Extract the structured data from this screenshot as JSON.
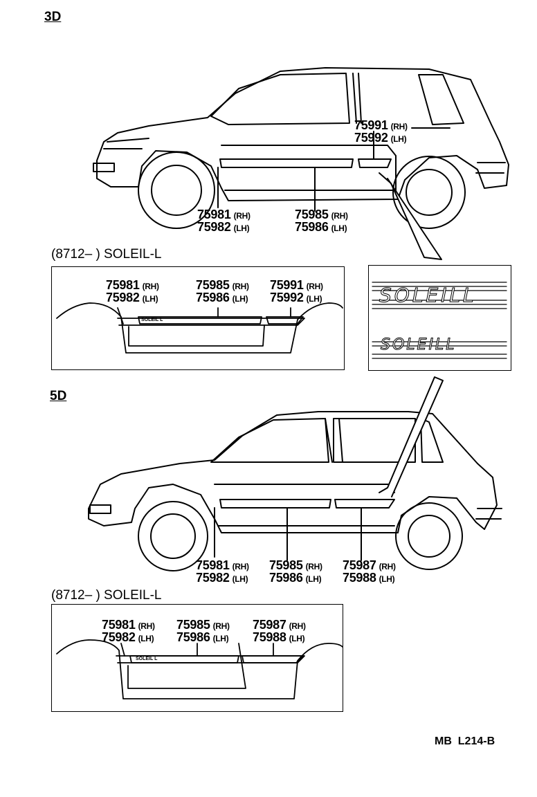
{
  "sections": {
    "three_door": "3D",
    "five_door": "5D"
  },
  "serial_label": "(8712–      ) SOLEIL-L",
  "badge_text": "SOLEIL",
  "badge_suffix": "L",
  "drawing_code": "MB  L214-B",
  "side_rh": "(RH)",
  "side_lh": "(LH)",
  "parts": {
    "p75981": "75981",
    "p75982": "75982",
    "p75985": "75985",
    "p75986": "75986",
    "p75987": "75987",
    "p75988": "75988",
    "p75991": "75991",
    "p75992": "75992"
  }
}
